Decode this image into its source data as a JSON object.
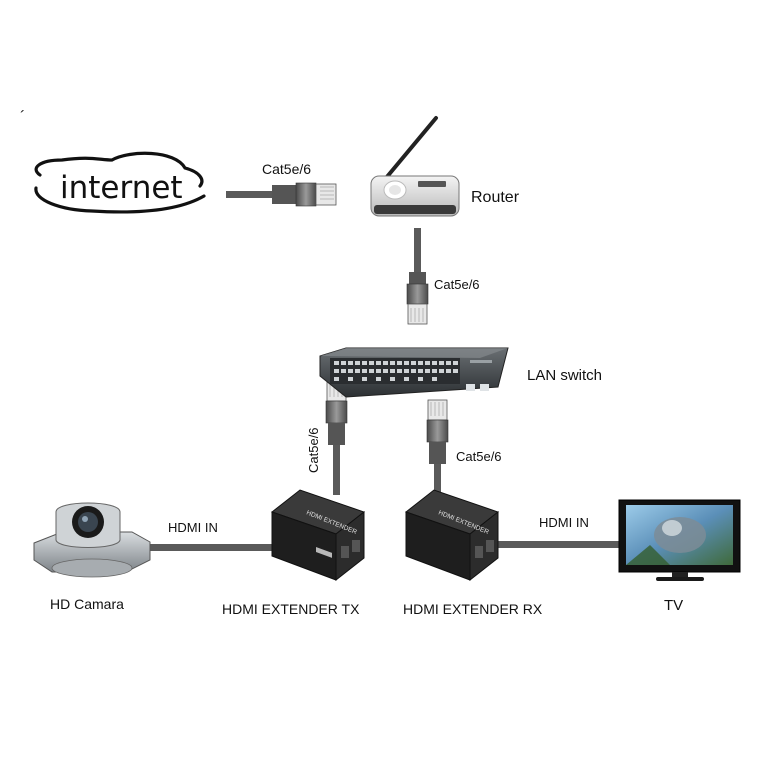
{
  "internet": {
    "text": "internet"
  },
  "router": {
    "label": "Router"
  },
  "lan_switch": {
    "label": "LAN switch"
  },
  "cables": {
    "internet_router": "Cat5e/6",
    "router_switch": "Cat5e/6",
    "switch_tx": "Cat5e/6",
    "switch_rx": "Cat5e/6",
    "camera_tx": "HDMI IN",
    "rx_tv": "HDMI IN"
  },
  "camera": {
    "label": "HD Camara"
  },
  "extender_tx": {
    "label": "HDMI EXTENDER TX",
    "plate": "HDMI EXTENDER"
  },
  "extender_rx": {
    "label": "HDMI EXTENDER RX",
    "plate": "HDMI EXTENDER"
  },
  "tv": {
    "label": "TV"
  },
  "colors": {
    "cable": "#5a5a5a",
    "device": "#1e1e1e",
    "accent": "#2a72b8"
  }
}
